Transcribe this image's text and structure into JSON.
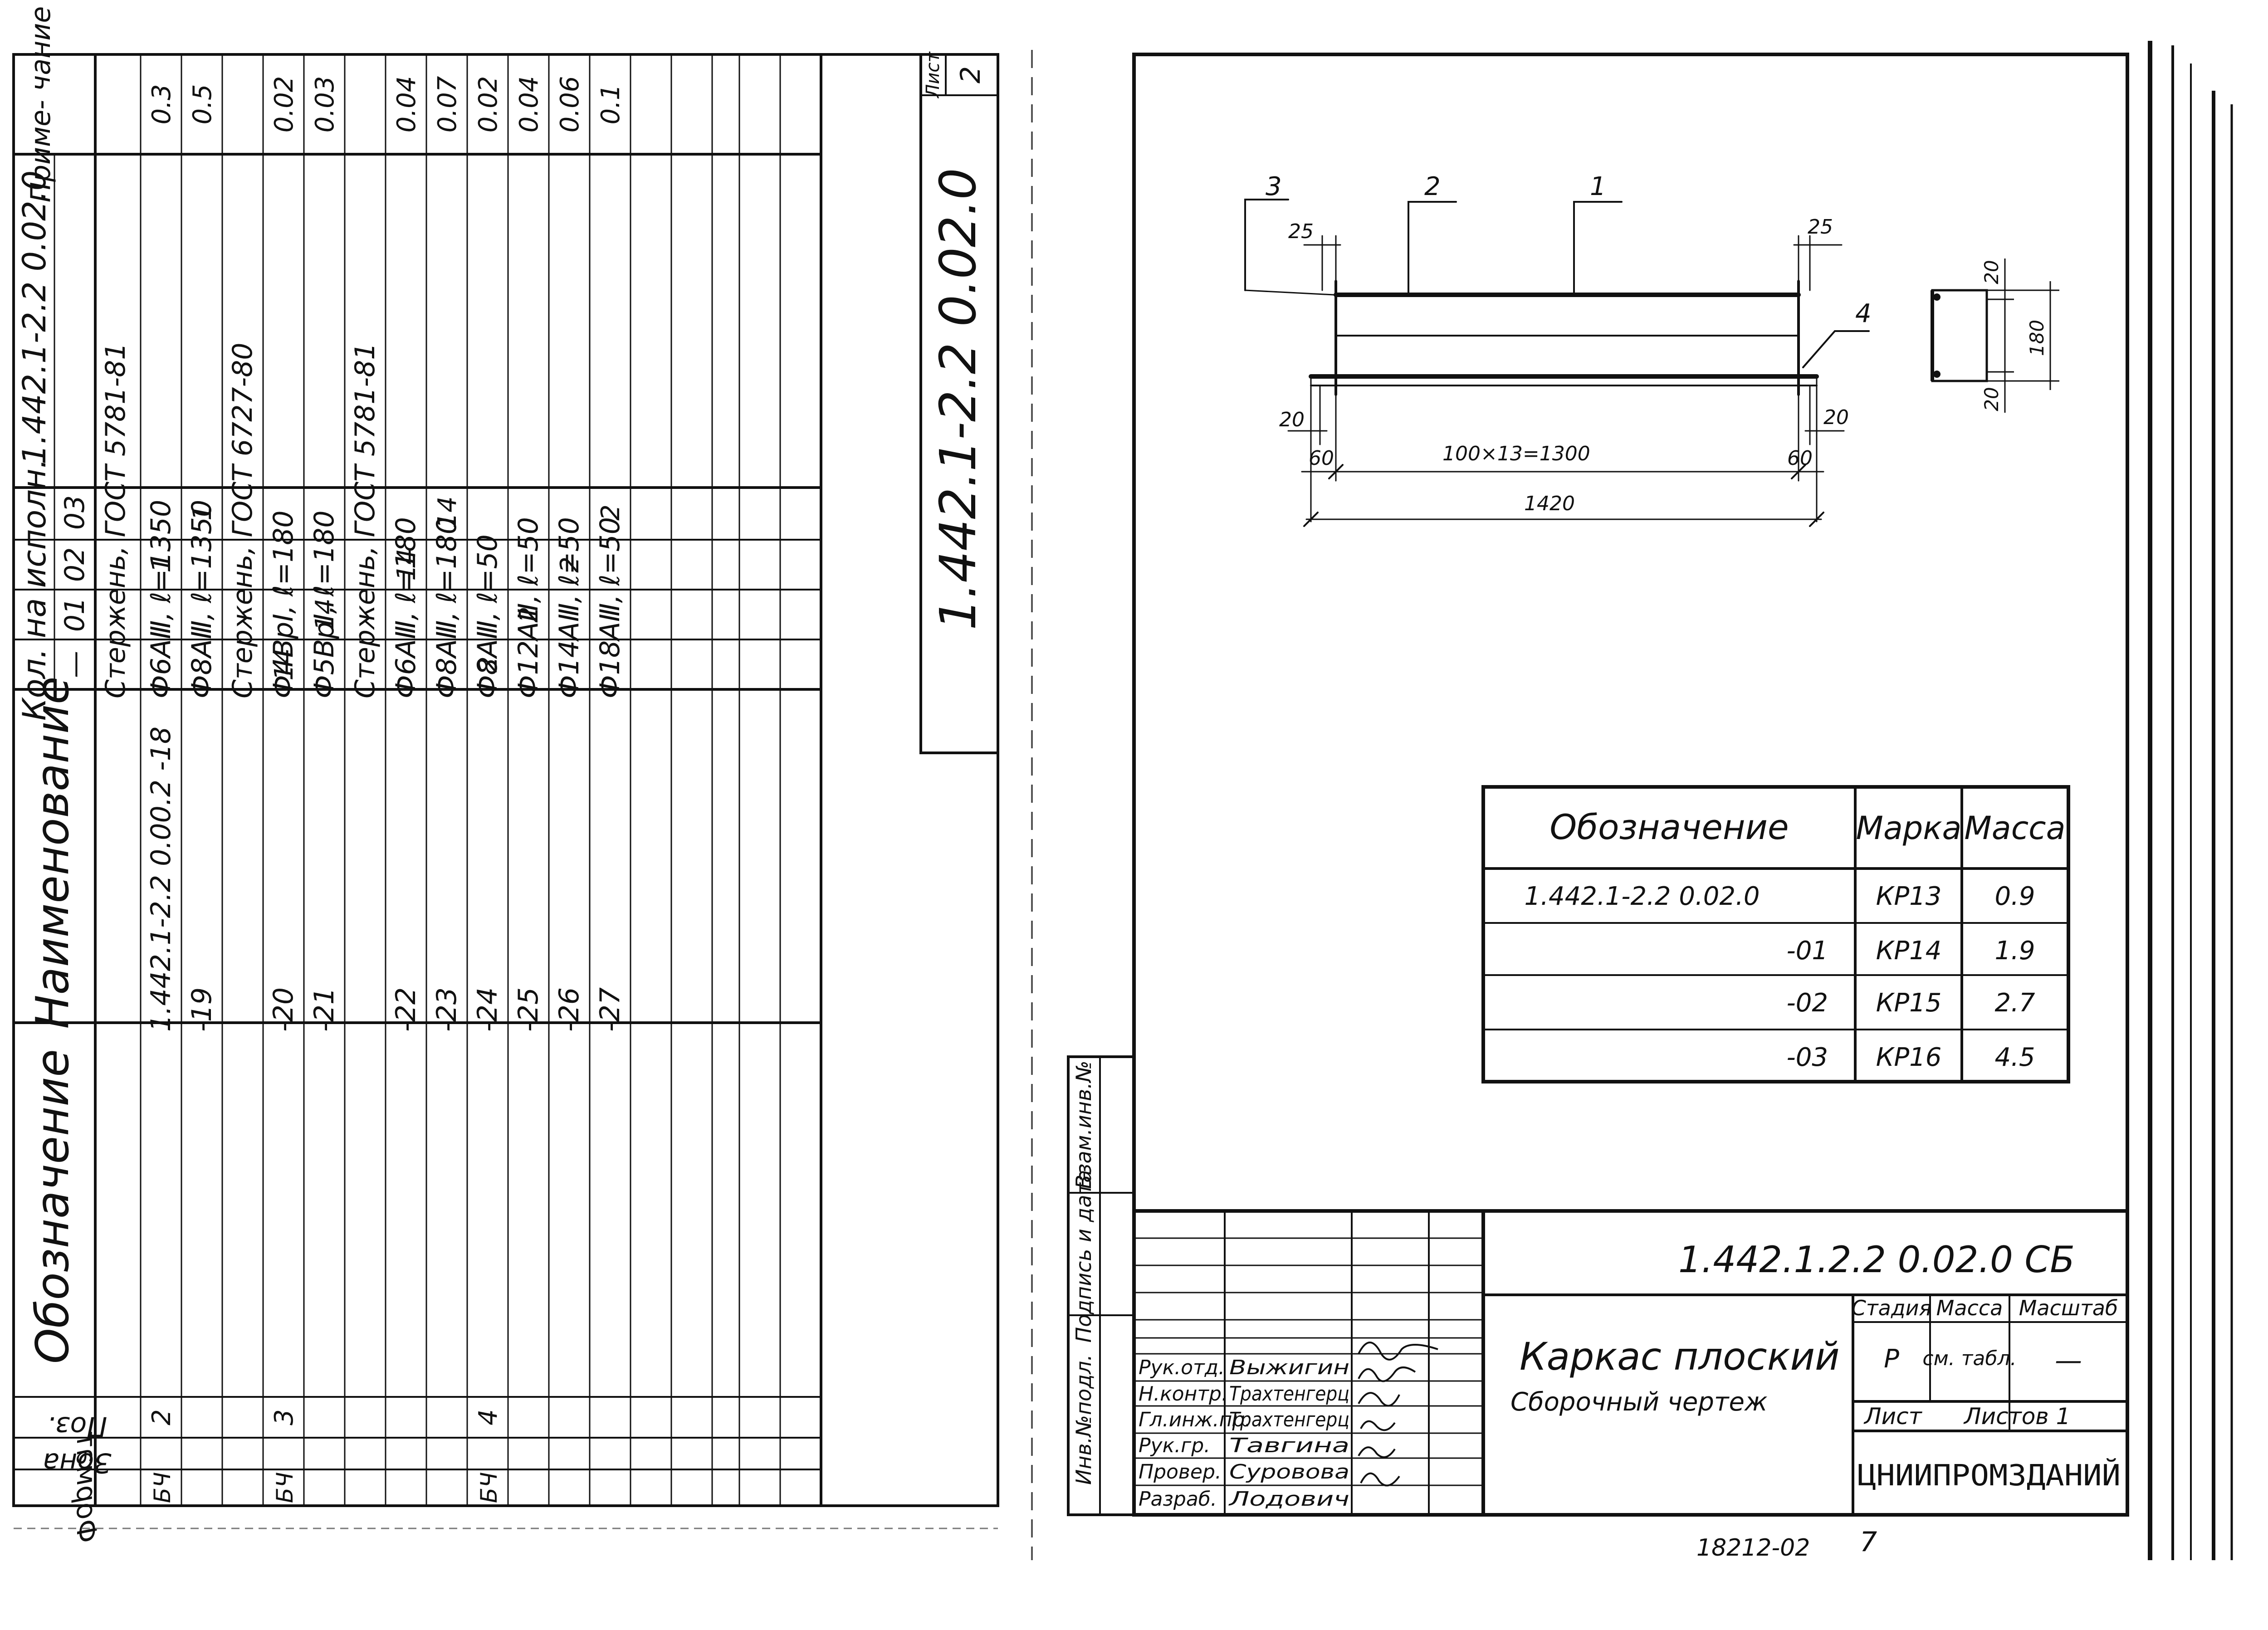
{
  "left_sheet": {
    "headers": {
      "format": "Формат",
      "zone": "Зона",
      "pos": "Поз.",
      "designation": "Обозначение",
      "name": "Наименование",
      "qty_group": "Кол. на исполн.",
      "qty_cols": [
        "—",
        "01",
        "02",
        "03"
      ],
      "doc_code": "1.442.1-2.2 0.02.0",
      "note": "Приме- чание"
    },
    "rows": [
      {
        "fmt": "",
        "pos": "",
        "designation": "",
        "name": "Стержень, ГОСТ 5781-81",
        "q": [
          "",
          "",
          "",
          ""
        ],
        "note": ""
      },
      {
        "fmt": "БЧ",
        "pos": "2",
        "designation": "1.442.1-2.2 0.00.2 -18",
        "name": "Ф6АⅢ, ℓ=1350",
        "q": [
          "",
          "",
          "1",
          ""
        ],
        "note": "0.3"
      },
      {
        "fmt": "",
        "pos": "",
        "designation": "-19",
        "name": "Ф8АⅢ, ℓ=1350",
        "q": [
          "",
          "",
          "",
          "1"
        ],
        "note": "0.5"
      },
      {
        "fmt": "",
        "pos": "",
        "designation": "",
        "name": "Стержень, ГОСТ 6727-80",
        "q": [
          "",
          "",
          "",
          ""
        ],
        "note": ""
      },
      {
        "fmt": "БЧ",
        "pos": "3",
        "designation": "-20",
        "name": "Ф4ВрI, ℓ=180",
        "q": [
          "14",
          "",
          "",
          ""
        ],
        "note": "0.02"
      },
      {
        "fmt": "",
        "pos": "",
        "designation": "-21",
        "name": "Ф5ВрI, ℓ=180",
        "q": [
          "",
          "14",
          "",
          ""
        ],
        "note": "0.03"
      },
      {
        "fmt": "",
        "pos": "",
        "designation": "",
        "name": "Стержень, ГОСТ 5781-81",
        "q": [
          "",
          "",
          "",
          ""
        ],
        "note": ""
      },
      {
        "fmt": "",
        "pos": "",
        "designation": "-22",
        "name": "Ф6АⅢ, ℓ=180",
        "q": [
          "",
          "",
          "14",
          ""
        ],
        "note": "0.04"
      },
      {
        "fmt": "",
        "pos": "",
        "designation": "-23",
        "name": "Ф8АⅢ, ℓ=180",
        "q": [
          "",
          "",
          "",
          "14"
        ],
        "note": "0.07"
      },
      {
        "fmt": "БЧ",
        "pos": "4",
        "designation": "-24",
        "name": "Ф8АⅢ, ℓ=50",
        "q": [
          "2",
          "",
          "",
          ""
        ],
        "note": "0.02"
      },
      {
        "fmt": "",
        "pos": "",
        "designation": "-25",
        "name": "Ф12АⅢ, ℓ=50",
        "q": [
          "",
          "2",
          "",
          ""
        ],
        "note": "0.04"
      },
      {
        "fmt": "",
        "pos": "",
        "designation": "-26",
        "name": "Ф14АⅢ, ℓ=50",
        "q": [
          "",
          "",
          "2",
          ""
        ],
        "note": "0.06"
      },
      {
        "fmt": "",
        "pos": "",
        "designation": "-27",
        "name": "Ф18АⅢ, ℓ=50",
        "q": [
          "",
          "",
          "",
          "2"
        ],
        "note": "0.1"
      }
    ],
    "sheet_label": "Лист",
    "sheet_number": "2",
    "stamp_code": "1.442.1-2.2 0.02.0"
  },
  "drawing": {
    "callouts": [
      "3",
      "2",
      "1",
      "4"
    ],
    "dims": {
      "end_top_left": "25",
      "end_top_right": "25",
      "end_bot_left": "20",
      "end_bot_right": "20",
      "overhang_left": "60",
      "overhang_right": "60",
      "spacing": "100×13=1300",
      "overall": "1420",
      "section_top": "20",
      "section_bot": "20",
      "section_height": "180"
    }
  },
  "mass_table": {
    "headers": [
      "Обозначение",
      "Марка",
      "Масса"
    ],
    "rows": [
      [
        "1.442.1-2.2 0.02.0",
        "КР13",
        "0.9"
      ],
      [
        "-01",
        "КР14",
        "1.9"
      ],
      [
        "-02",
        "КР15",
        "2.7"
      ],
      [
        "-03",
        "КР16",
        "4.5"
      ]
    ]
  },
  "title_block": {
    "code": "1.442.1.2.2 0.02.0 СБ",
    "title": "Каркас плоский",
    "subtitle": "Сборочный чертеж",
    "stage_label": "Стадия",
    "mass_label": "Масса",
    "scale_label": "Масштаб",
    "stage": "Р",
    "mass": "см. табл.",
    "scale": "—",
    "sheet_label": "Лист",
    "sheets_label": "Листов 1",
    "org": "ЦНИИПРОМЗДАНИЙ",
    "roles": [
      {
        "role": "Рук.отд.",
        "name": "Выжигин"
      },
      {
        "role": "Н.контр.",
        "name": "Трахтенгерц"
      },
      {
        "role": "Гл.инж.пр.",
        "name": "Трахтенгерц"
      },
      {
        "role": "Рук.гр.",
        "name": "Тавгина"
      },
      {
        "role": "Провер.",
        "name": "Суровова"
      },
      {
        "role": "Разраб.",
        "name": "Лодович"
      }
    ],
    "side_labels": [
      "Инв.№подл.",
      "Подпись и дата",
      "Взам.инв.№"
    ]
  },
  "footer": {
    "order_number": "18212-02",
    "page_number": "7"
  }
}
